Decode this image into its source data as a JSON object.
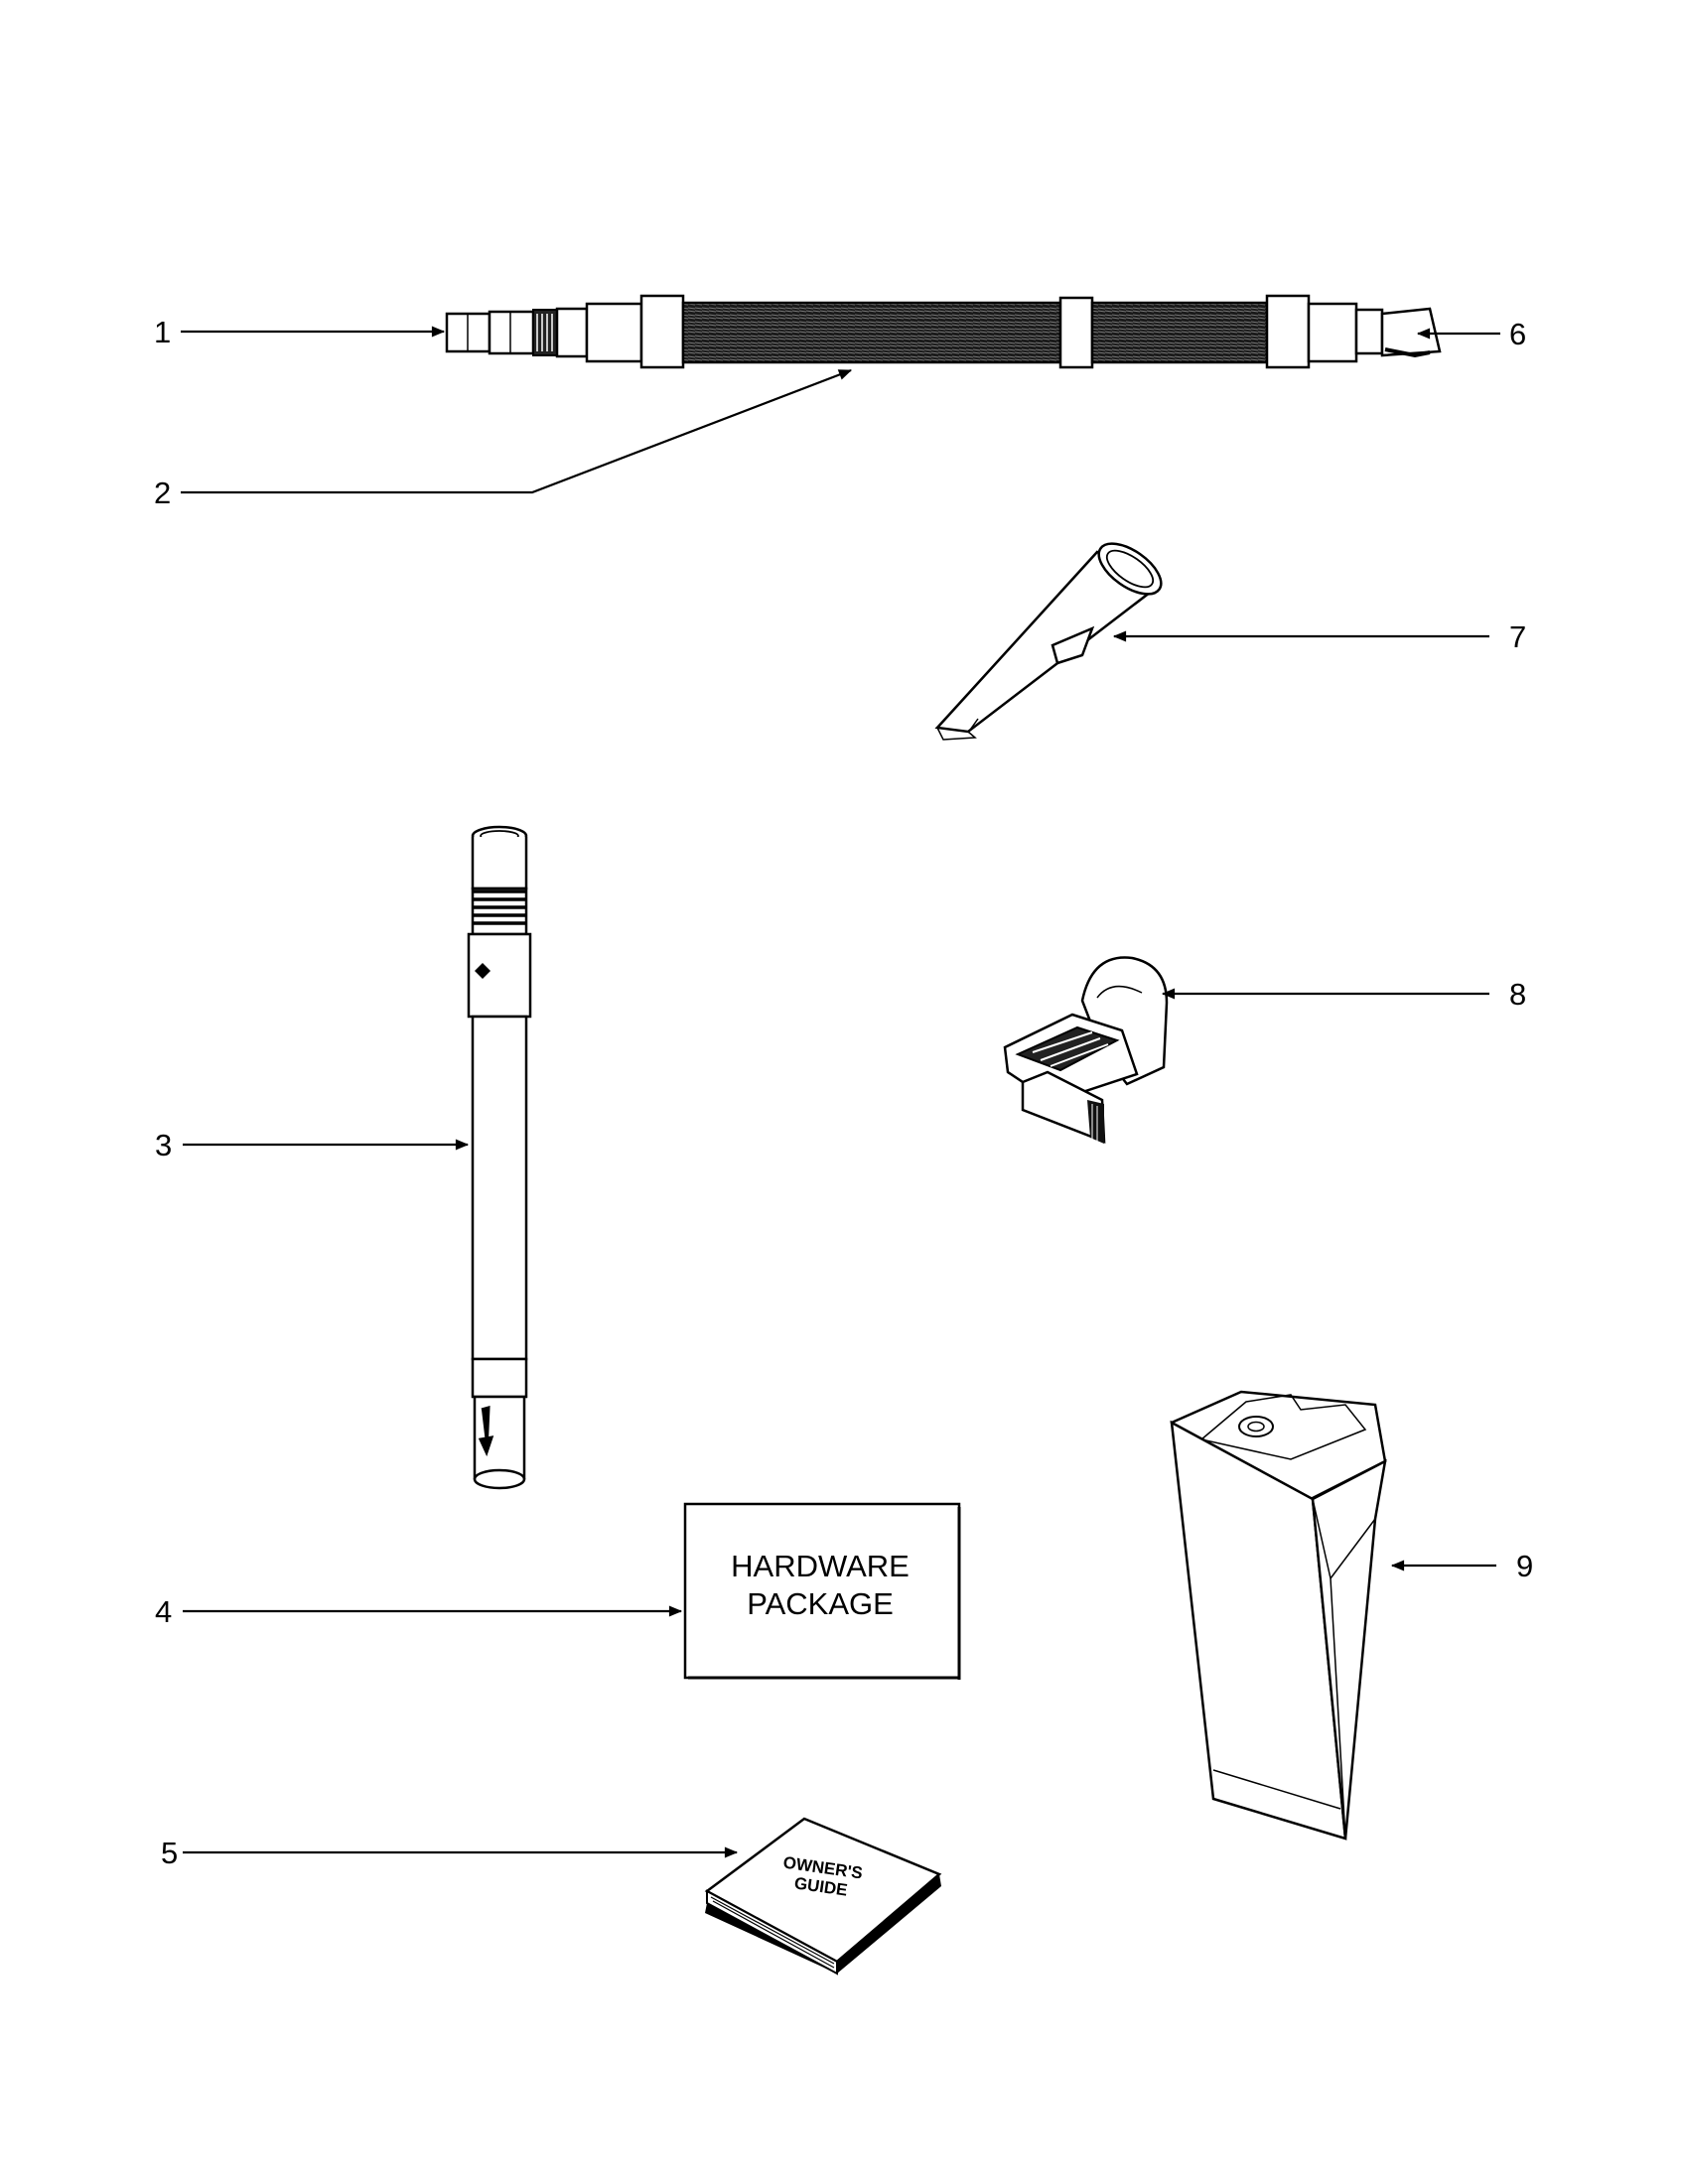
{
  "callouts": [
    "1",
    "2",
    "3",
    "4",
    "5",
    "6",
    "7",
    "8",
    "9"
  ],
  "hardware_package": {
    "line1": "HARDWARE",
    "line2": "PACKAGE"
  },
  "owners_guide": {
    "line1": "OWNER'S",
    "line2": "GUIDE"
  },
  "colors": {
    "ink": "#000000",
    "paper": "#ffffff"
  }
}
